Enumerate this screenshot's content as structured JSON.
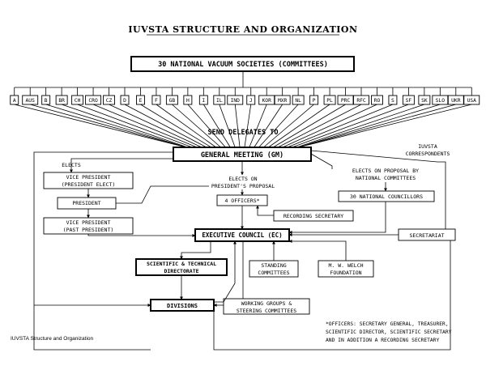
{
  "title": "IUVSTA STRUCTURE AND ORGANIZATION",
  "societies": "30 NATIONAL VACUUM SOCIETIES (COMMITTEES)",
  "countries": [
    "A",
    "AUS",
    "B",
    "BR",
    "CH",
    "CRO",
    "CZ",
    "D",
    "E",
    "F",
    "GB",
    "H",
    "I",
    "IL",
    "IND",
    "J",
    "KOR",
    "MXR",
    "NL",
    "P",
    "PL",
    "PRC",
    "RFC",
    "RO",
    "S",
    "SF",
    "SK",
    "SLO",
    "UKR",
    "USA"
  ],
  "send_delegates": "SEND DELEGATES TO",
  "correspondents": [
    "IUVSTA",
    "CORRESPONDENTS"
  ],
  "general_meeting": "GENERAL MEETING (GM)",
  "elects": "ELECTS",
  "elects_on_proposal": [
    "ELECTS ON",
    "PRESIDENT'S PROPOSAL"
  ],
  "elects_national": [
    "ELECTS ON PROPOSAL BY",
    "NATIONAL COMMITTEES"
  ],
  "vice_president_elect": [
    "VICE PRESIDENT",
    "(PRESIDENT ELECT)"
  ],
  "president": "PRESIDENT",
  "vice_president_past": [
    "VICE PRESIDENT",
    "(PAST PRESIDENT)"
  ],
  "officers": "4 OFFICERS*",
  "recording_secretary": "RECORDING SECRETARY",
  "national_councillors": "30 NATIONAL COUNCILLORS",
  "executive_council": "EXECUTIVE COUNCIL (EC)",
  "secretariat": "SECRETARIAT",
  "sci_tech": [
    "SCIENTIFIC & TECHNICAL",
    "DIRECTORATE"
  ],
  "standing": [
    "STANDING",
    "COMMITTEES"
  ],
  "welch": [
    "M. W. WELCH",
    "FOUNDATION"
  ],
  "divisions": "DIVISIONS",
  "working_groups": [
    "WORKING GROUPS &",
    "STEERING COMMITTEES"
  ],
  "footnote": [
    "*OFFICERS:  SECRETARY GENERAL, TREASURER,",
    "SCIENTIFIC DIRECTOR, SCIENTIFIC SECRETARY",
    "AND IN ADDITION A RECORDING SECRETARY"
  ],
  "caption": "IUVSTA Structure and Organization"
}
